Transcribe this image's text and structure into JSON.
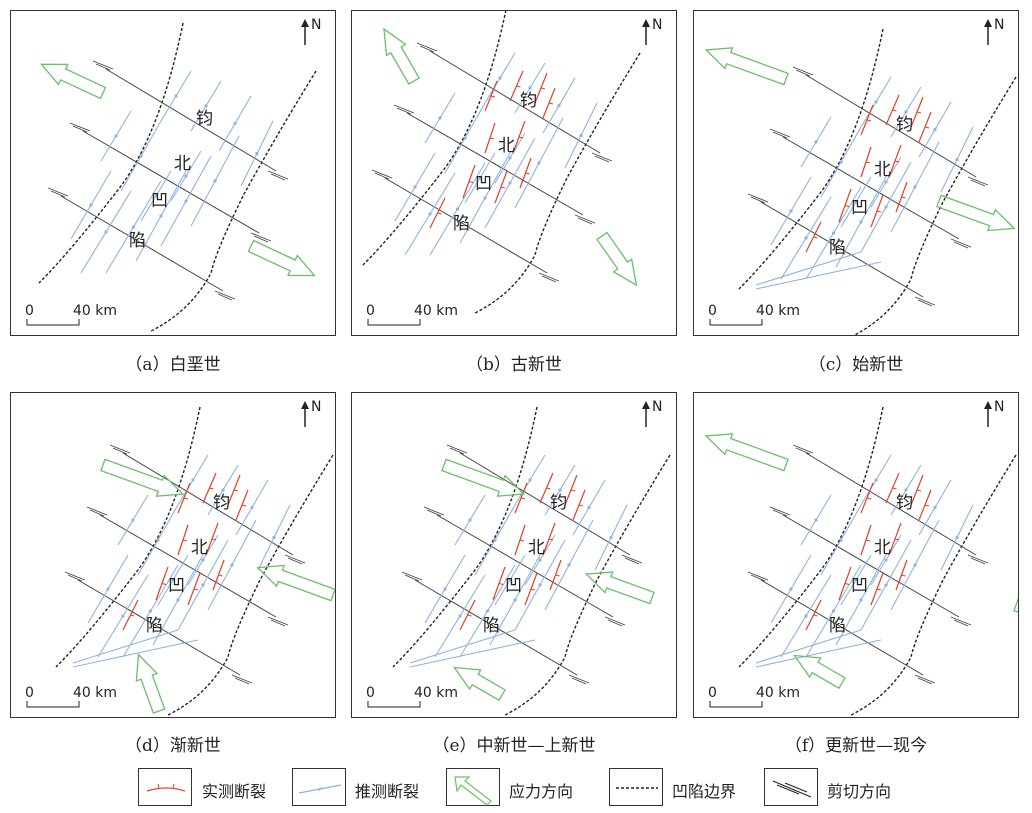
{
  "panels": [
    {
      "id": "a",
      "caption": "（a）白垩世",
      "arrow_style": "outward-nw-se"
    },
    {
      "id": "b",
      "caption": "（b）古新世",
      "arrow_style": "outward-nw-se-steep"
    },
    {
      "id": "c",
      "caption": "（c）始新世",
      "arrow_style": "outward-nw-e"
    },
    {
      "id": "d",
      "caption": "（d）渐新世",
      "arrow_style": "inward"
    },
    {
      "id": "e",
      "caption": "（e）中新世—上新世",
      "arrow_style": "inward"
    },
    {
      "id": "f",
      "caption": "（f）更新世—现今",
      "arrow_style": "mixed"
    }
  ],
  "map": {
    "north": "N",
    "scale_zero": "0",
    "scale_km": "40 km",
    "basin_chars": [
      "钧",
      "北",
      "凹",
      "陷"
    ]
  },
  "legend": {
    "measured_fault": "实测断裂",
    "inferred_fault": "推测断裂",
    "stress_direction": "应力方向",
    "basin_boundary": "凹陷边界",
    "shear_direction": "剪切方向"
  },
  "colors": {
    "measured": "#e0402a",
    "inferred": "#8fb3de",
    "stress": "#6bbf6b",
    "line": "#333333"
  }
}
